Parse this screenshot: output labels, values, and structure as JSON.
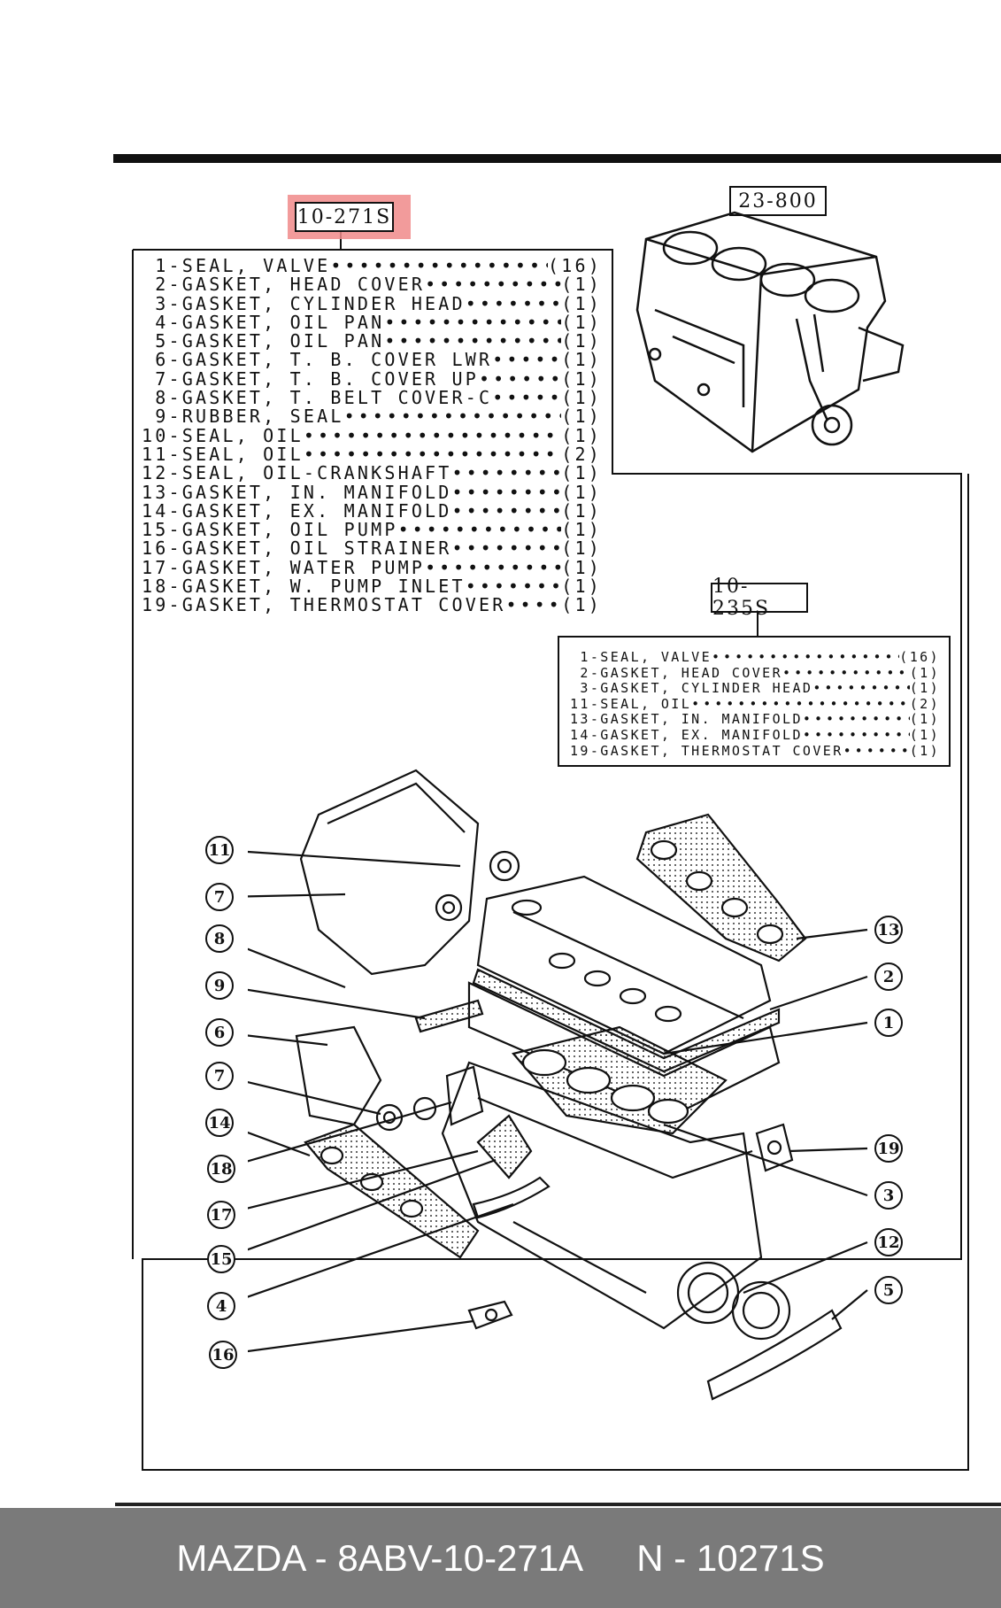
{
  "main_code": "10-271S",
  "engine_code": "23-800",
  "sub_code": "10-235S",
  "main_list": [
    {
      "num": "1",
      "name": "SEAL, VALVE",
      "qty": "(16)"
    },
    {
      "num": "2",
      "name": "GASKET, HEAD COVER",
      "qty": "(1)"
    },
    {
      "num": "3",
      "name": "GASKET, CYLINDER HEAD",
      "qty": "(1)"
    },
    {
      "num": "4",
      "name": "GASKET, OIL PAN",
      "qty": "(1)"
    },
    {
      "num": "5",
      "name": "GASKET, OIL PAN",
      "qty": "(1)"
    },
    {
      "num": "6",
      "name": "GASKET, T. B. COVER LWR",
      "qty": "(1)"
    },
    {
      "num": "7",
      "name": "GASKET, T. B. COVER UP",
      "qty": "(1)"
    },
    {
      "num": "8",
      "name": "GASKET, T. BELT COVER-C",
      "qty": "(1)"
    },
    {
      "num": "9",
      "name": "RUBBER, SEAL",
      "qty": "(1)"
    },
    {
      "num": "10",
      "name": "SEAL, OIL",
      "qty": "(1)"
    },
    {
      "num": "11",
      "name": "SEAL, OIL",
      "qty": "(2)"
    },
    {
      "num": "12",
      "name": "SEAL, OIL-CRANKSHAFT",
      "qty": "(1)"
    },
    {
      "num": "13",
      "name": "GASKET, IN. MANIFOLD",
      "qty": "(1)"
    },
    {
      "num": "14",
      "name": "GASKET, EX. MANIFOLD",
      "qty": "(1)"
    },
    {
      "num": "15",
      "name": "GASKET, OIL PUMP",
      "qty": "(1)"
    },
    {
      "num": "16",
      "name": "GASKET, OIL STRAINER",
      "qty": "(1)"
    },
    {
      "num": "17",
      "name": "GASKET, WATER PUMP",
      "qty": "(1)"
    },
    {
      "num": "18",
      "name": "GASKET, W. PUMP INLET",
      "qty": "(1)"
    },
    {
      "num": "19",
      "name": "GASKET, THERMOSTAT COVER",
      "qty": "(1)"
    }
  ],
  "sub_list": [
    {
      "num": "1",
      "name": "SEAL, VALVE",
      "qty": "(16)"
    },
    {
      "num": "2",
      "name": "GASKET, HEAD COVER",
      "qty": "(1)"
    },
    {
      "num": "3",
      "name": "GASKET, CYLINDER HEAD",
      "qty": "(1)"
    },
    {
      "num": "11",
      "name": "SEAL, OIL",
      "qty": "(2)"
    },
    {
      "num": "13",
      "name": "GASKET, IN. MANIFOLD",
      "qty": "(1)"
    },
    {
      "num": "14",
      "name": "GASKET, EX. MANIFOLD",
      "qty": "(1)"
    },
    {
      "num": "19",
      "name": "GASKET, THERMOSTAT COVER",
      "qty": "(1)"
    }
  ],
  "callouts_left": [
    "11",
    "7",
    "8",
    "9",
    "6",
    "7",
    "14",
    "18",
    "17",
    "15",
    "4",
    "16"
  ],
  "callouts_right": [
    "13",
    "2",
    "1",
    "19",
    "3",
    "12",
    "5"
  ],
  "footer": {
    "part_number": "MAZDA - 8ABV-10-271A",
    "kit_number": "N - 10271S"
  }
}
